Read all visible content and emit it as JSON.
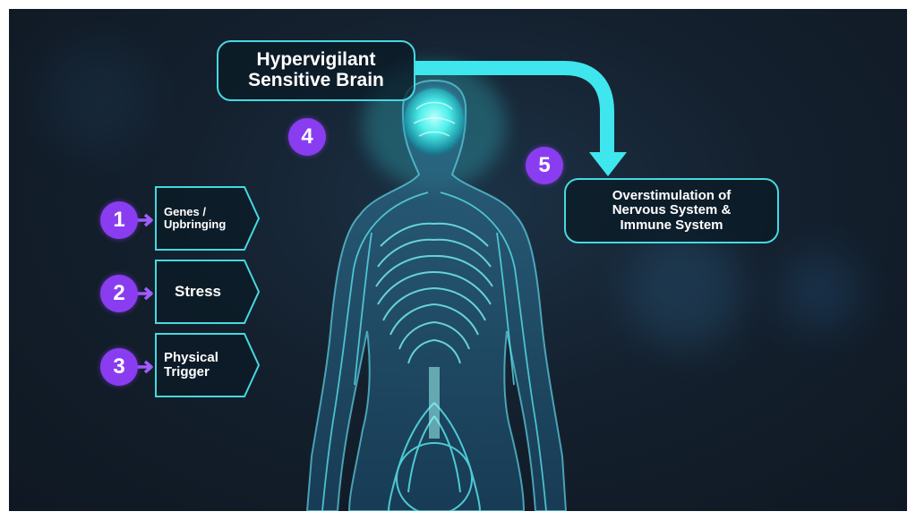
{
  "diagram": {
    "brain_box": {
      "line1": "Hypervigilant",
      "line2": "Sensitive Brain"
    },
    "outcome_box": {
      "line1": "Overstimulation of",
      "line2": "Nervous System &",
      "line3": "Immune System"
    },
    "steps": [
      {
        "number": "1",
        "label_line1": "Genes /",
        "label_line2": "Upbringing"
      },
      {
        "number": "2",
        "label_line1": "Stress",
        "label_line2": ""
      },
      {
        "number": "3",
        "label_line1": "Physical",
        "label_line2": "Trigger"
      }
    ],
    "brain_number": "4",
    "outcome_number": "5"
  },
  "colors": {
    "accent_cyan": "#45d9e0",
    "badge_purple": "#8a3df0",
    "nerve_glow": "#3ff3f0",
    "background": "#14202e"
  },
  "icons": {
    "human_figure": "human-nervous-system-figure",
    "flow_arrow": "curved-arrow",
    "step_arrow": "arrow-right-icon"
  }
}
